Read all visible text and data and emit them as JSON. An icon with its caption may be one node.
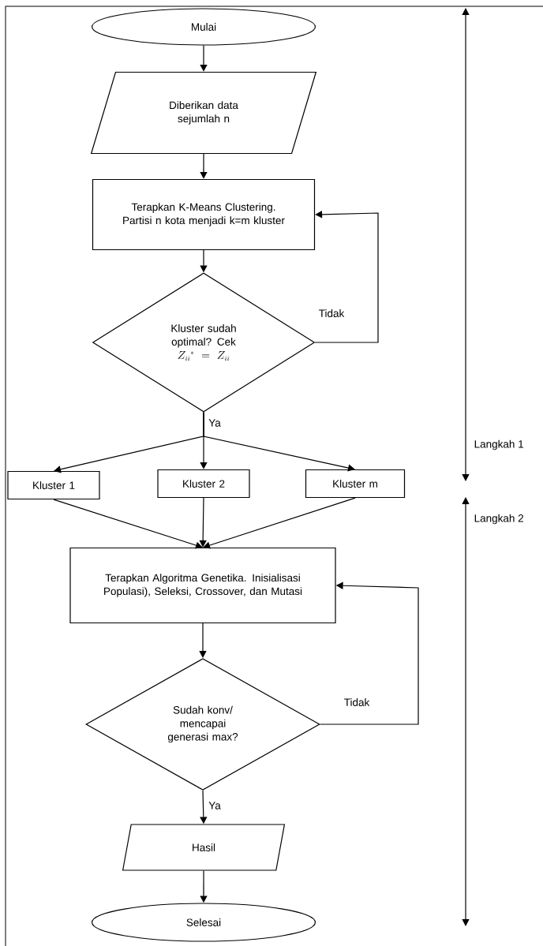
{
  "diagram": {
    "nodes": [
      {
        "text": [
          "Mulai"
        ]
      },
      {
        "text": [
          "Diberikan data sejumlah n"
        ]
      },
      {
        "text": [
          "Terapkan K-Means Clustering. Partisi n kota menjadi k=m kluster"
        ]
      },
      {
        "text": [
          "Kluster sudah optimal?  Cek",
          "Z_{ii}{}^{*} = Z_{ii}"
        ]
      },
      {
        "text": [
          "Kluster 1"
        ]
      },
      {
        "text": [
          "Kluster 2"
        ]
      },
      {
        "text": [
          "Kluster m"
        ]
      },
      {
        "text": [
          "Terapkan Algoritma Genetika. Inisialisasi Populasi), Seleksi, Crossover, dan Mutasi"
        ]
      },
      {
        "text": [
          "Sudah konv/ mencapai generasi max?"
        ]
      },
      {
        "text": [
          "Hasil"
        ]
      },
      {
        "text": [
          "Selesai"
        ]
      }
    ],
    "edges": [
      {
        "from": 0,
        "to": 1,
        "arrow": "to"
      },
      {
        "from": 1,
        "to": 2,
        "arrow": "to"
      },
      {
        "from": 2,
        "to": 3,
        "arrow": "to"
      },
      {
        "from": 3,
        "to": 2,
        "arrow": "to",
        "label": "Tidak"
      },
      {
        "from": 3,
        "to": 4,
        "arrow": "to"
      },
      {
        "from": 3,
        "to": 5,
        "arrow": "to",
        "label": "Ya"
      },
      {
        "from": 3,
        "to": 6,
        "arrow": "to"
      },
      {
        "from": 4,
        "to": 7,
        "arrow": "to"
      },
      {
        "from": 5,
        "to": 7,
        "arrow": "to"
      },
      {
        "from": 6,
        "to": 7,
        "arrow": "to"
      },
      {
        "from": 7,
        "to": 8,
        "arrow": "to"
      },
      {
        "from": 8,
        "to": 7,
        "arrow": "to",
        "label": "Tidak"
      },
      {
        "from": 8,
        "to": 9,
        "arrow": "to",
        "label": "Ya"
      },
      {
        "from": 9,
        "to": 10,
        "arrow": "to"
      }
    ],
    "labels": [
      "Langkah 1",
      "Langkah 2"
    ]
  }
}
